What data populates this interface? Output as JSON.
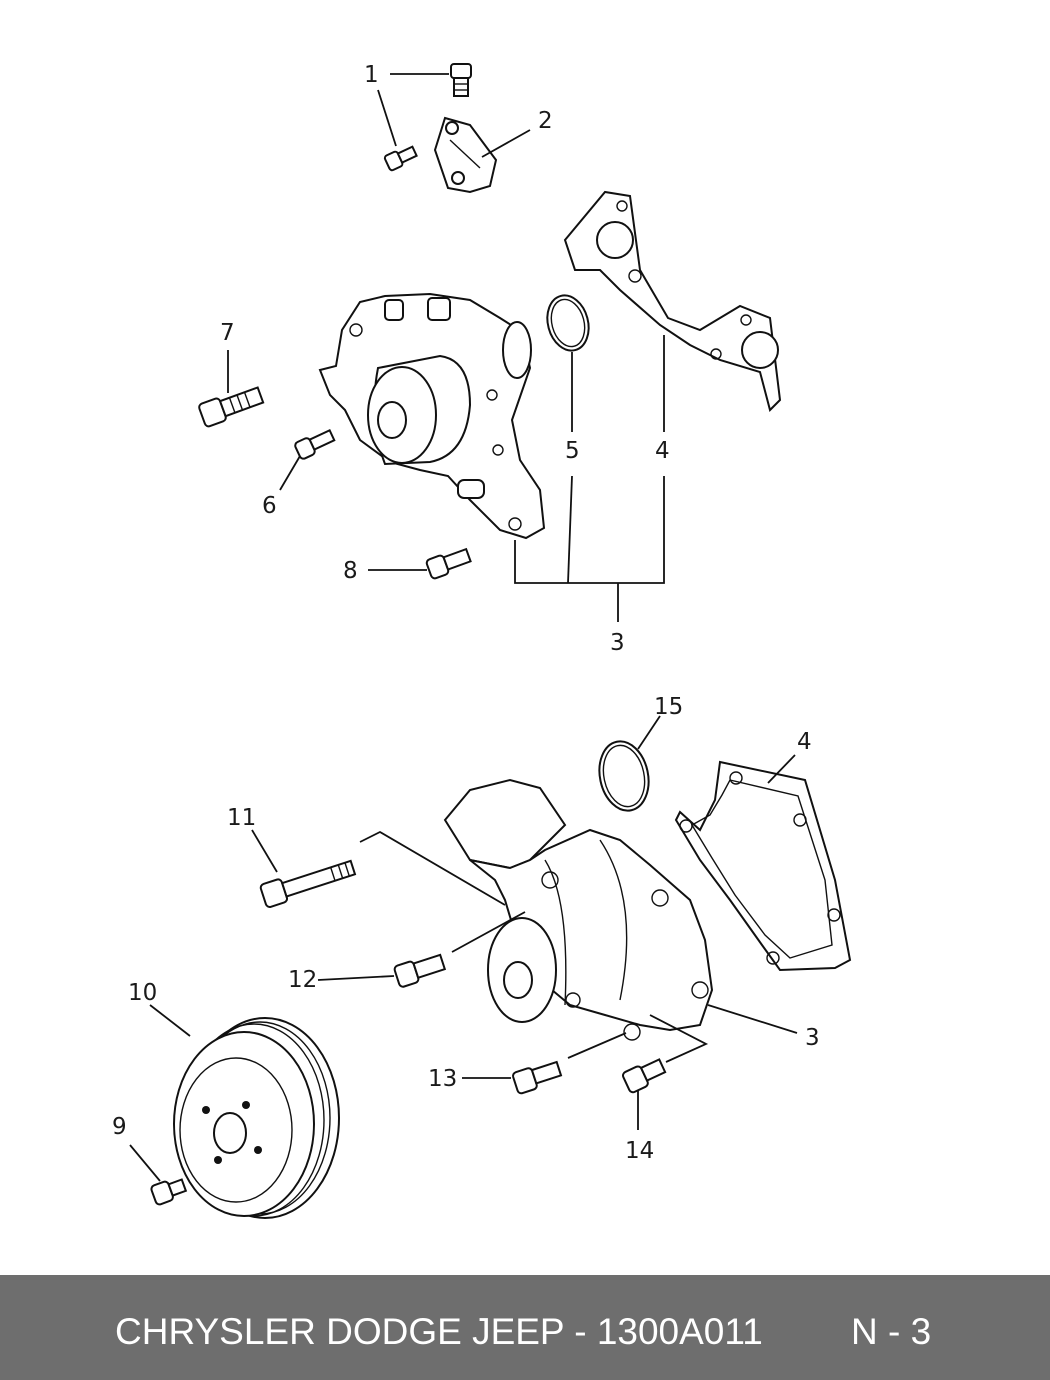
{
  "diagram": {
    "callouts": {
      "c1": "1",
      "c2": "2",
      "c3a": "3",
      "c4a": "4",
      "c5": "5",
      "c6": "6",
      "c7": "7",
      "c8": "8",
      "c9": "9",
      "c10": "10",
      "c11": "11",
      "c12": "12",
      "c13": "13",
      "c14": "14",
      "c15": "15",
      "c4b": "4",
      "c3b": "3"
    }
  },
  "footer": {
    "title": "CHRYSLER DODGE JEEP - 1300A011",
    "page": "N - 3"
  },
  "colors": {
    "footer_bg": "#6e6e6e",
    "footer_text": "#ffffff",
    "ink": "#111111"
  }
}
